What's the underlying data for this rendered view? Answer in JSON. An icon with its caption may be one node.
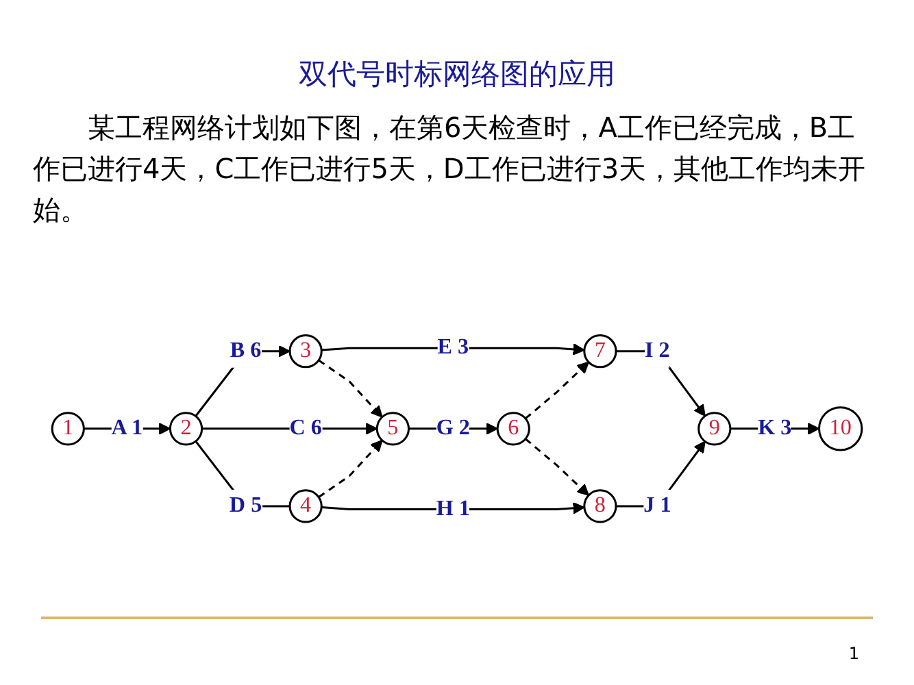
{
  "diagram": {
    "title": "双代号时标网络图的应用",
    "nodes": [
      {
        "text": [
          "1"
        ]
      },
      {
        "text": [
          "2"
        ]
      },
      {
        "text": [
          "3"
        ]
      },
      {
        "text": [
          "4"
        ]
      },
      {
        "text": [
          "5"
        ]
      },
      {
        "text": [
          "6"
        ]
      },
      {
        "text": [
          "7"
        ]
      },
      {
        "text": [
          "8"
        ]
      },
      {
        "text": [
          "9"
        ]
      },
      {
        "text": [
          "10"
        ]
      }
    ],
    "edges": [
      {
        "from": 0,
        "to": 1,
        "arrow": "to",
        "label": "A 1"
      },
      {
        "from": 1,
        "to": 2,
        "arrow": "to",
        "label": "B 6"
      },
      {
        "from": 1,
        "to": 4,
        "arrow": "to",
        "label": "C 6"
      },
      {
        "from": 1,
        "to": 3,
        "arrow": "none",
        "label": "D 5"
      },
      {
        "from": 2,
        "to": 6,
        "arrow": "to",
        "label": "E 3"
      },
      {
        "from": 2,
        "to": 4,
        "arrow": "to",
        "style": "dashed"
      },
      {
        "from": 3,
        "to": 4,
        "arrow": "to",
        "style": "dashed"
      },
      {
        "from": 4,
        "to": 5,
        "arrow": "to",
        "label": "G 2"
      },
      {
        "from": 3,
        "to": 7,
        "arrow": "to",
        "label": "H 1"
      },
      {
        "from": 5,
        "to": 6,
        "arrow": "to",
        "style": "dashed"
      },
      {
        "from": 5,
        "to": 7,
        "arrow": "to",
        "style": "dashed"
      },
      {
        "from": 6,
        "to": 8,
        "arrow": "to",
        "label": "I 2"
      },
      {
        "from": 7,
        "to": 8,
        "arrow": "to",
        "label": "J 1"
      },
      {
        "from": 8,
        "to": 9,
        "arrow": "to",
        "label": "K 3"
      }
    ],
    "labels": [
      "某工程网络计划如下图，在第6天检查时，A工作已经完成，B工作已进行4天，C工作已进行5天，D工作已进行3天，其他工作均未开始。",
      "1"
    ]
  }
}
